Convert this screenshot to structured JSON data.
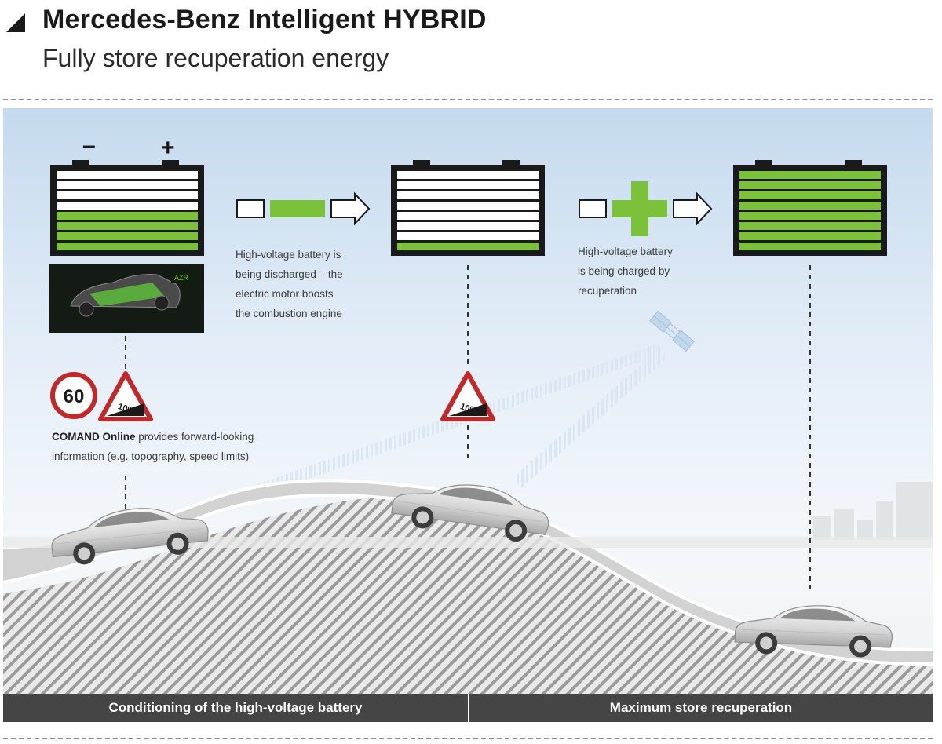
{
  "header": {
    "title": "Mercedes-Benz Intelligent HYBRID",
    "subtitle": "Fully store recuperation energy"
  },
  "battery_1": {
    "minus": "–",
    "plus": "+",
    "charge_level": 0.55
  },
  "battery_2": {
    "charge_level": 0.18
  },
  "battery_3": {
    "charge_level": 1.0
  },
  "dashboard_display": {
    "label": "AZR"
  },
  "captions": {
    "discharge": [
      "High-voltage battery is",
      "being discharged – the",
      "electric motor boosts",
      "the combustion engine"
    ],
    "charge": [
      "High-voltage battery",
      "is being charged by",
      "recuperation"
    ],
    "comand_bold": "COMAND Online",
    "comand_rest": " provides forward-looking",
    "comand_line2": "information (e.g. topography, speed limits)"
  },
  "signs": {
    "speed_limit": "60",
    "gradient_1": "10%",
    "gradient_2": "10%"
  },
  "footer": {
    "left": "Conditioning of the high-voltage battery",
    "right": "Maximum store recuperation"
  },
  "colors": {
    "battery_green": "#7cc13a",
    "sign_red": "#c0282a",
    "footer_bg": "#454545",
    "dark": "#1a1a1a"
  }
}
